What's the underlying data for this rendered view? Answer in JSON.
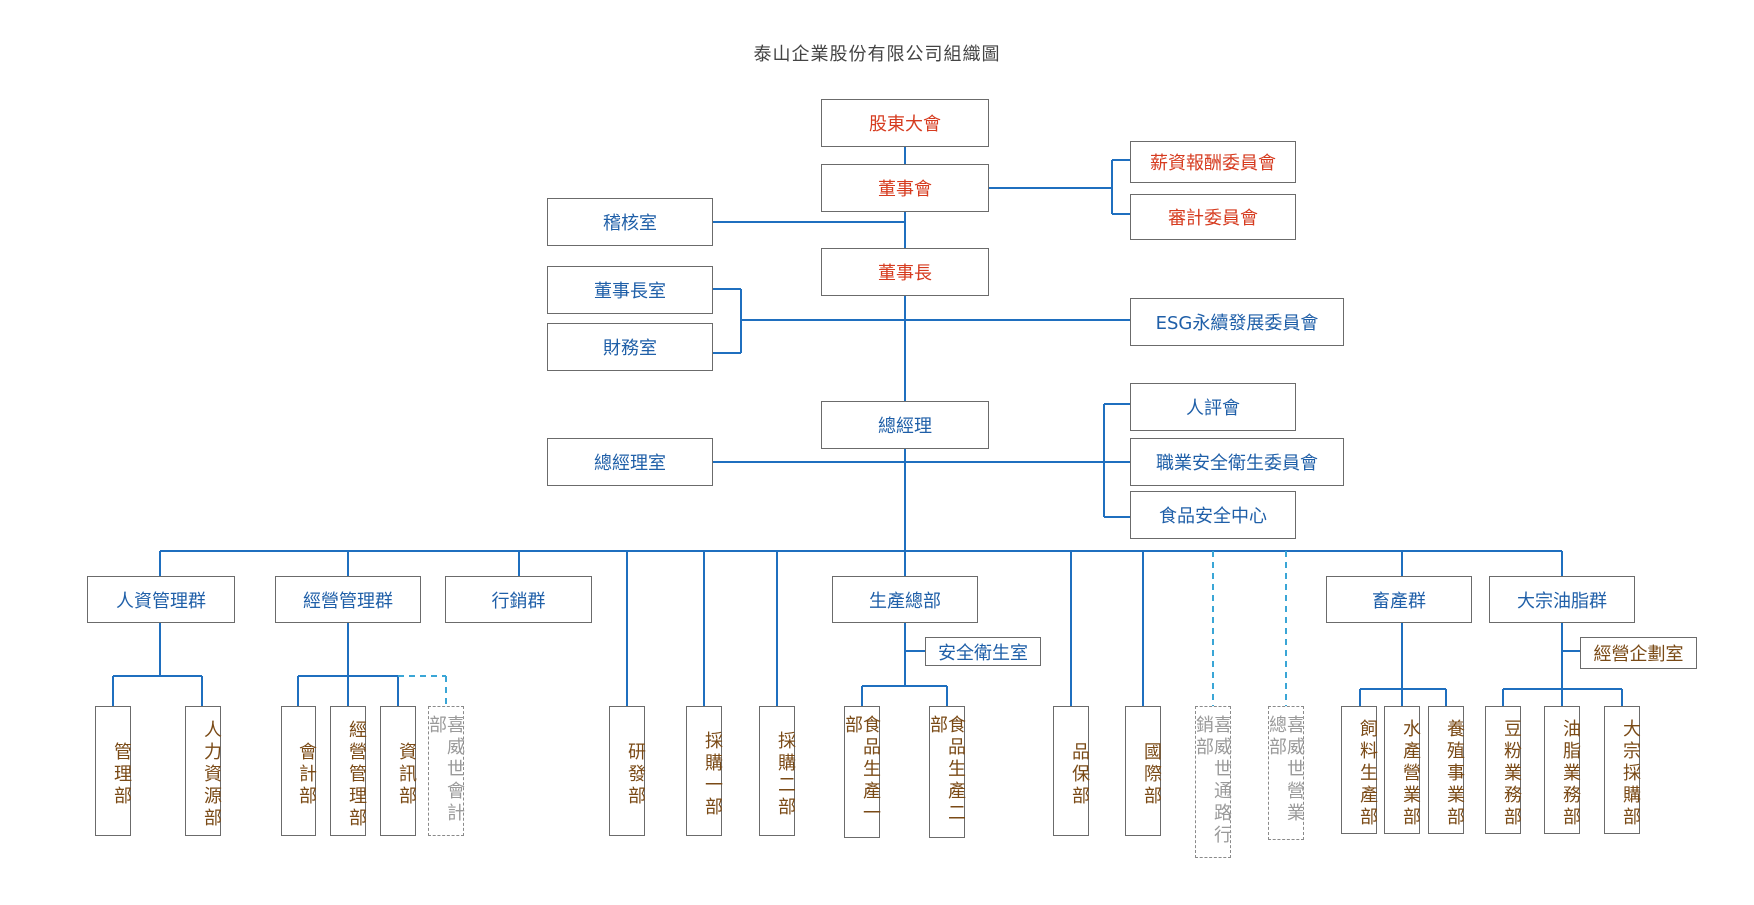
{
  "title": "泰山企業股份有限公司組織圖",
  "colors": {
    "red": "#d63b1f",
    "blue": "#1f5fa8",
    "brown": "#7a4a16",
    "gray": "#9a9a9a",
    "line": "#1f6fbf",
    "dash": "#3aa6d6"
  },
  "boxes": {
    "shareholders": "股東大會",
    "board": "董事會",
    "compensation_committee": "薪資報酬委員會",
    "audit_committee": "審計委員會",
    "audit_office": "稽核室",
    "chairman": "董事長",
    "chairman_office": "董事長室",
    "finance_office": "財務室",
    "esg_committee": "ESG永續發展委員會",
    "president": "總經理",
    "hr_review": "人評會",
    "safety_committee": "職業安全衛生委員會",
    "president_office": "總經理室",
    "food_safety_center": "食品安全中心",
    "hr_group": "人資管理群",
    "management_group": "經營管理群",
    "marketing_group": "行銷群",
    "production_hq": "生產總部",
    "safety_health_office": "安全衛生室",
    "livestock_group": "畜產群",
    "bulk_oil_group": "大宗油脂群",
    "business_planning_office": "經營企劃室"
  },
  "vertical_units": {
    "admin_dept": "管理部",
    "hr_resources_dept": "人力資源部",
    "accounting_dept": "會計部",
    "business_mgmt_dept": "經營管理部",
    "it_dept": "資訊部",
    "hivis_accounting": "喜威世會計部",
    "rd_dept": "研發部",
    "purchasing_1": "採購一部",
    "purchasing_2": "採購二部",
    "food_production_1": "食品生產一部",
    "food_production_2": "食品生產二部",
    "quality_assurance": "品保部",
    "international_dept": "國際部",
    "hivis_channel_marketing": "喜威世通路行銷部",
    "hivis_business_hq": "喜威世營業總部",
    "feed_production": "飼料生產部",
    "aquaculture_business": "水產營業部",
    "breeding_business": "養殖事業部",
    "soybean_meal_business": "豆粉業務部",
    "oil_business": "油脂業務部",
    "bulk_purchasing": "大宗採購部"
  }
}
